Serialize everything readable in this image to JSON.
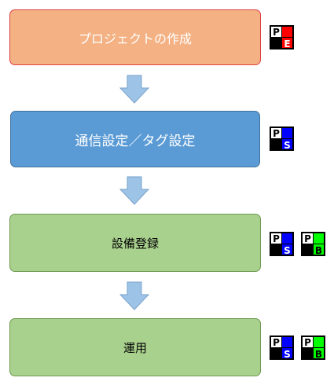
{
  "steps": [
    {
      "label": "プロジェクトの作成",
      "badges": [
        {
          "letter": "E",
          "color": "#ff0000"
        }
      ]
    },
    {
      "label": "通信設定／タグ設定",
      "badges": [
        {
          "letter": "S",
          "color": "#0000ff"
        }
      ]
    },
    {
      "label": "設備登録",
      "badges": [
        {
          "letter": "S",
          "color": "#0000ff"
        },
        {
          "letter": "B",
          "color": "#00ff00"
        }
      ]
    },
    {
      "label": "運用",
      "badges": [
        {
          "letter": "S",
          "color": "#0000ff"
        },
        {
          "letter": "B",
          "color": "#00ff00"
        }
      ]
    }
  ],
  "badge_prefix": "P",
  "colors": {
    "step1_fill": "#f4b183",
    "step1_border": "#e04040",
    "step2_fill": "#5b9bd5",
    "step3_fill": "#a9d18e",
    "arrow_fill": "#9dc3e6",
    "badge_red": "#ff0000",
    "badge_blue": "#0000ff",
    "badge_green": "#00ff00"
  }
}
